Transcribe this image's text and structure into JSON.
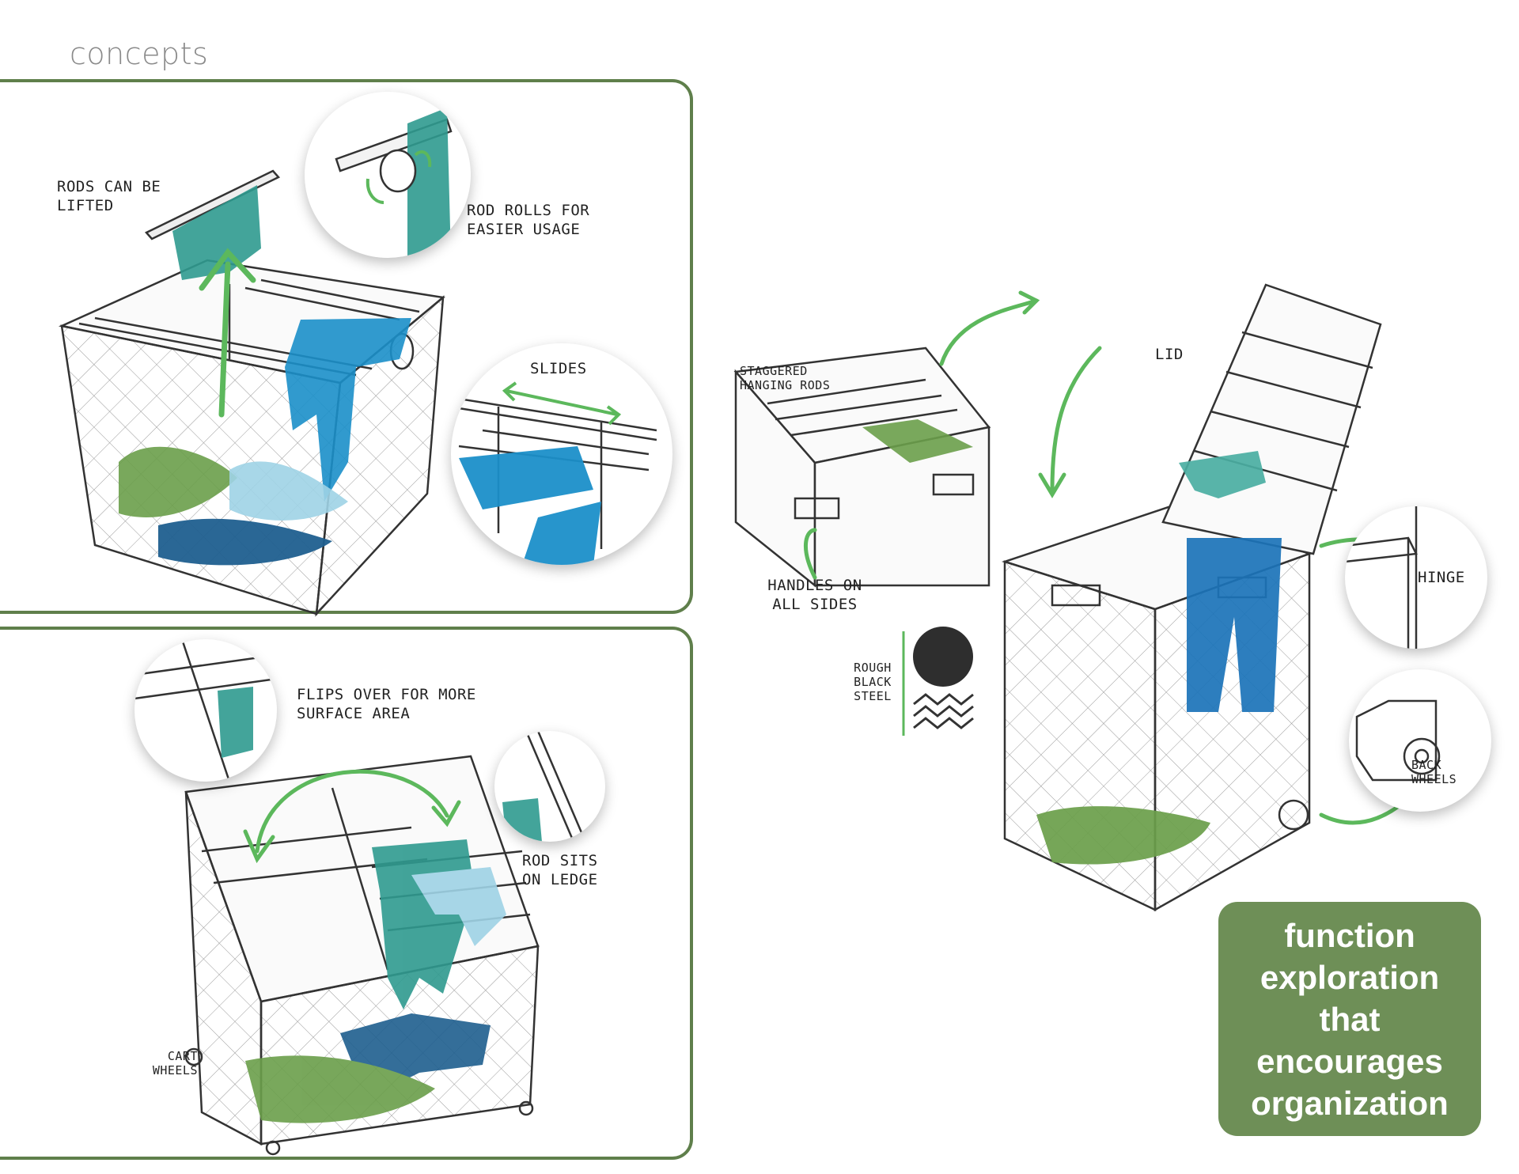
{
  "header": {
    "title": "concepts"
  },
  "colors": {
    "panel_border": "#5f7f4b",
    "summary_bg": "#6e8f57",
    "arrow_green": "#5cb85c",
    "cloth_teal": "#2f9a8f",
    "cloth_blue": "#1b8fc9",
    "cloth_navy": "#1f5f8f",
    "cloth_green": "#6a9e4a",
    "cloth_light": "#9fd3e6"
  },
  "panel_top": {
    "rods_lifted": "Rods can be lifted",
    "rod_rolls": "Rod rolls for easier usage",
    "slides": "Slides"
  },
  "panel_bottom": {
    "flips_over": "Flips over for more surface area",
    "rod_sits": "Rod sits on ledge",
    "cart_wheels": "Cart wheels"
  },
  "right_concept": {
    "staggered_rods": "Staggered hanging rods",
    "lid": "Lid",
    "handles": "Handles on all sides",
    "material": "Rough black steel",
    "hinge": "Hinge",
    "back_wheels": "Back wheels"
  },
  "summary": {
    "text": "function exploration that encourages organization"
  },
  "icons": [
    "green-arrow-icon",
    "steel-swatch-icon",
    "mesh-swatch-icon"
  ]
}
